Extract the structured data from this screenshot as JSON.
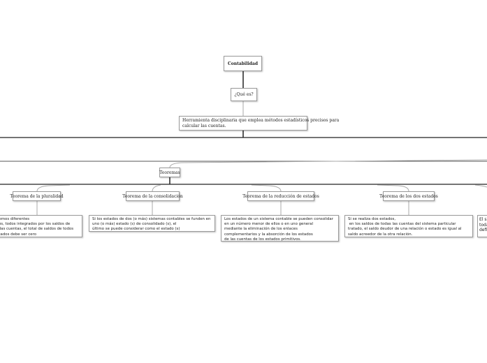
{
  "root": {
    "label": "Contabilidad"
  },
  "question": {
    "label": "¿Qué es?"
  },
  "definition": {
    "text": "Herramienta disciplinaria que emplea métodos estadísticos precisos para\ncalcular las cuentas."
  },
  "theorems": {
    "label": "Teoremas",
    "items": [
      {
        "title": "Teorema de la pluralidad",
        "text": "Si tenemos diferentes\nestados, todos integrados por los saldos de\ntodas las cuentas, el total de saldos de todos\nlos estados debe ser cero"
      },
      {
        "title": "Teorema de la consolidación",
        "text": "Si los estados de dos (o más) sistemas contables se funden en\nuno (o más) estado (s) de consolidado (s), el\núltimo se puede considerar como el estado (s)"
      },
      {
        "title": "Teorema de la reducción de estados",
        "text": "Los estados de un sistema contable se pueden consolidar\nen un número menor de ellos o en uno general\nmediante la eliminación de los enlaces\ncomplementarios y la absorción de los estados\nde las cuentas de los estados primitivos."
      },
      {
        "title": "Teorema de los dos estados",
        "text": "Si se realiza dos estados,\n en los saldos de todas las cuentas del sistema particular\ntratado, el saldo deudor de una relación o estado es igual al\nsaldo acreedor de la otra relación."
      },
      {
        "title": "",
        "text": "El s\ntoda\ndefi"
      }
    ]
  }
}
